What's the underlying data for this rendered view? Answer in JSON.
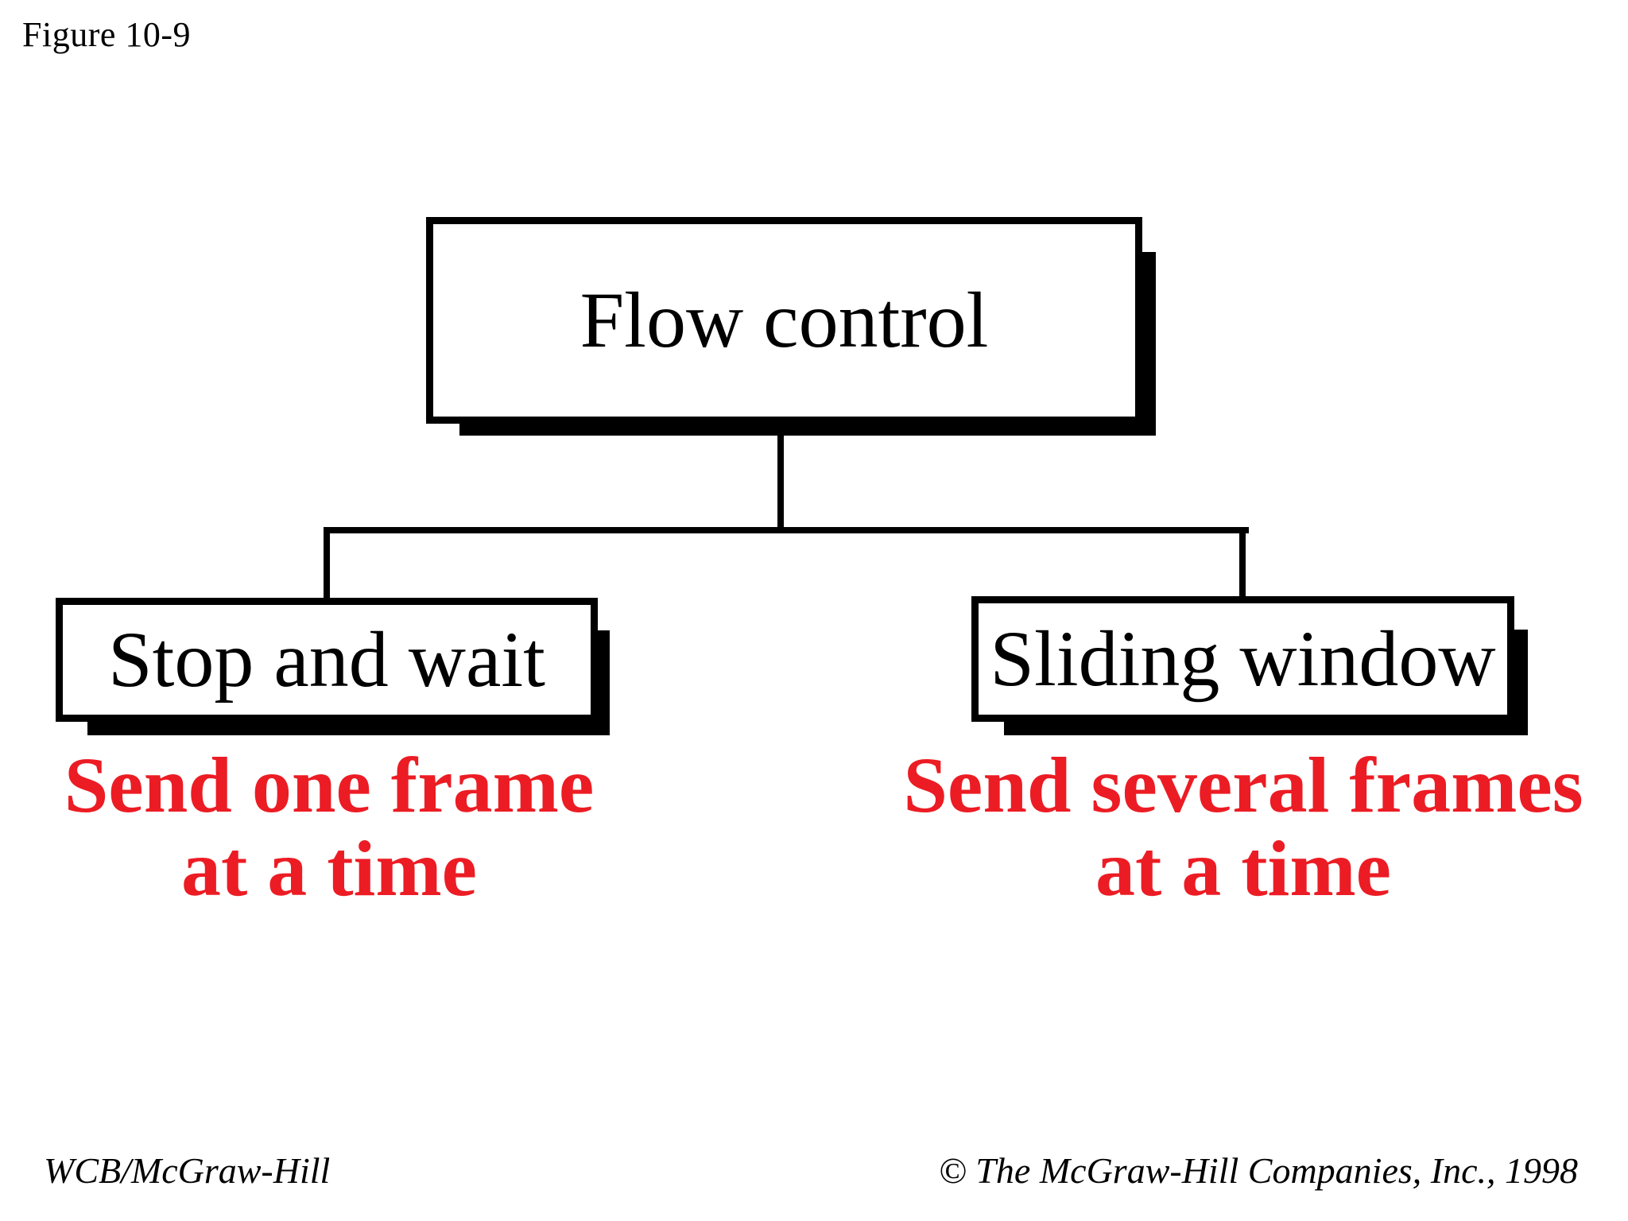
{
  "figure_label": "Figure 10-9",
  "tree": {
    "root": {
      "label": "Flow control"
    },
    "children": [
      {
        "label": "Stop and wait",
        "caption_line1": "Send one frame",
        "caption_line2": "at a time"
      },
      {
        "label": "Sliding window",
        "caption_line1": "Send several frames",
        "caption_line2": "at a time"
      }
    ]
  },
  "footer": {
    "left": "WCB/McGraw-Hill",
    "right": "© The McGraw-Hill Companies, Inc., 1998"
  },
  "colors": {
    "caption_red": "#ec1c24",
    "line_black": "#000000",
    "box_fill": "#ffffff"
  }
}
